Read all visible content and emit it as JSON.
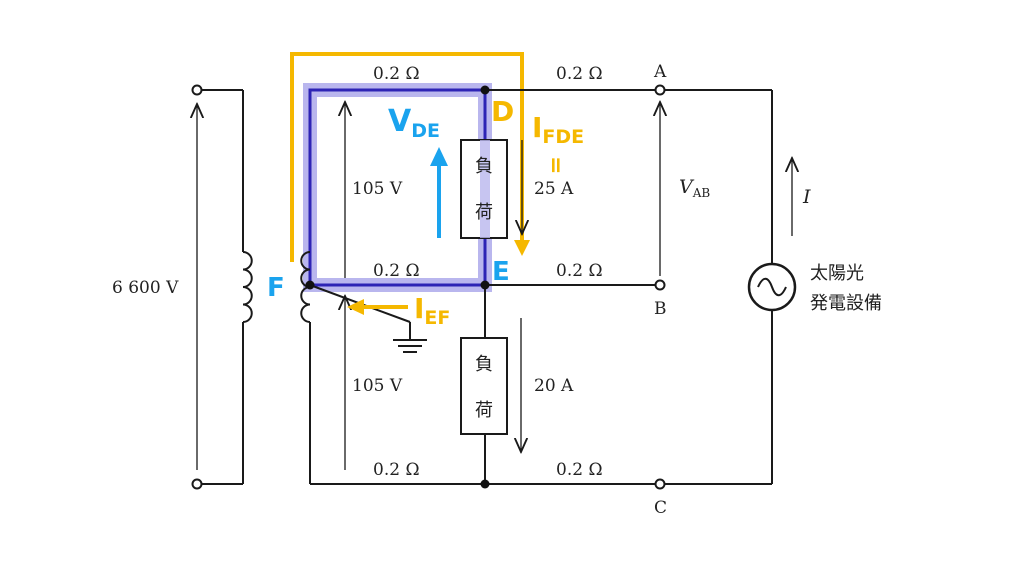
{
  "source_voltage": "6 600 V",
  "resistances": {
    "top_left": "0.2 Ω",
    "top_right": "0.2 Ω",
    "mid_left": "0.2 Ω",
    "mid_right": "0.2 Ω",
    "bottom_left": "0.2 Ω",
    "bottom_right": "0.2 Ω"
  },
  "secondary_voltages": {
    "upper": "105 V",
    "lower": "105 V"
  },
  "loads": {
    "upper": {
      "chars": [
        "負",
        "荷"
      ],
      "current": "25 A"
    },
    "lower": {
      "chars": [
        "負",
        "荷"
      ],
      "current": "20 A"
    }
  },
  "terminals": {
    "a": "A",
    "b": "B",
    "c": "C"
  },
  "vab": {
    "main": "V",
    "sub": "AB"
  },
  "current_symbol": "I",
  "generator_label": [
    "太陽光",
    "発電設備"
  ],
  "nodes": {
    "d": "D",
    "e": "E",
    "f": "F"
  },
  "annotations": {
    "vde": {
      "main": "V",
      "sub": "DE"
    },
    "ifde": {
      "main": "I",
      "sub": "FDE",
      "equals": "="
    },
    "ief": {
      "main": "I",
      "sub": "EF"
    }
  },
  "colors": {
    "loop_fill": "#b9b6ee",
    "loop_stroke": "#2d24b5",
    "highlight_orange": "#f5b800",
    "highlight_blue": "#1aa3ee",
    "wire": "#1a1a1a"
  }
}
